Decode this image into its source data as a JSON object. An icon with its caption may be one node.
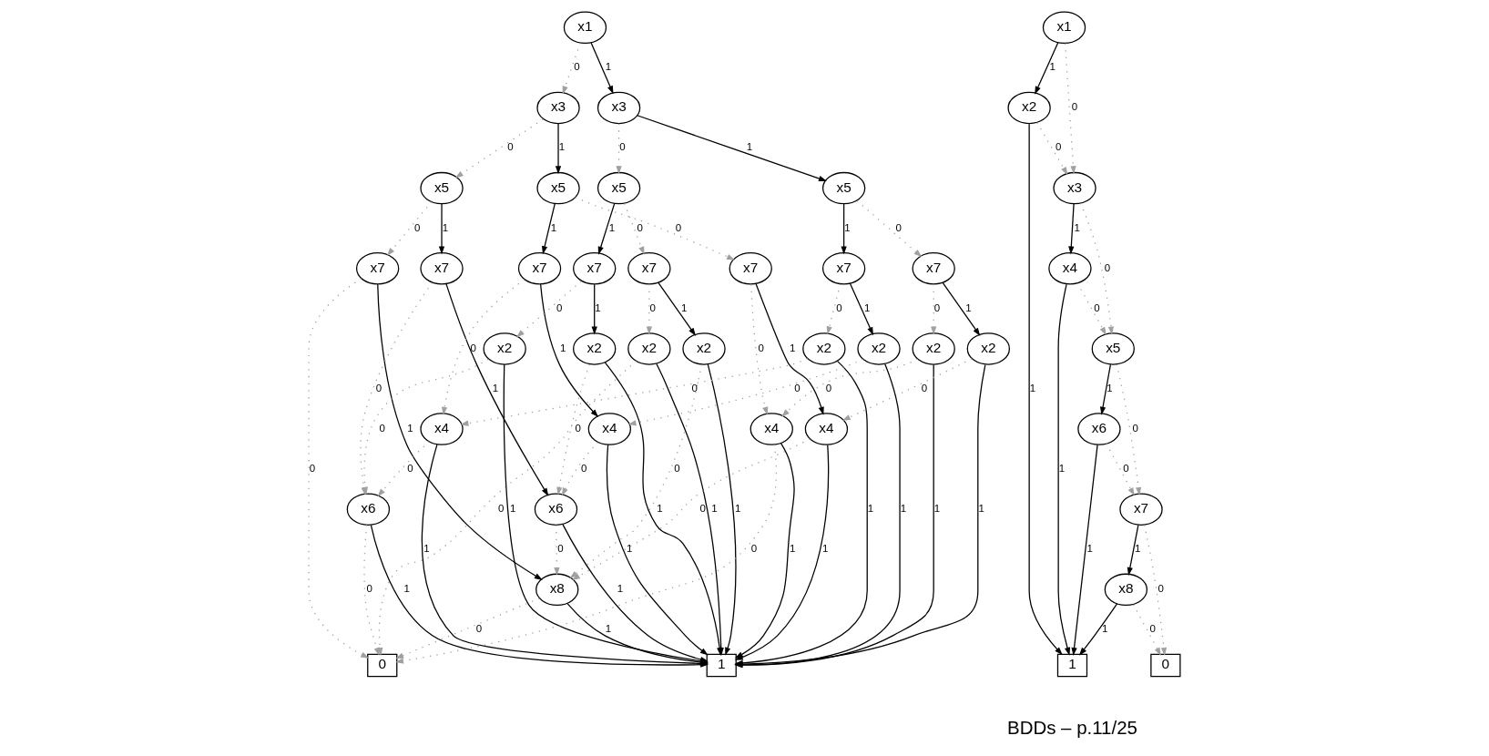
{
  "diagram": {
    "nodes": [
      {
        "text": [
          "x1"
        ]
      },
      {
        "text": [
          "x3"
        ]
      },
      {
        "text": [
          "x3"
        ]
      },
      {
        "text": [
          "x5"
        ]
      },
      {
        "text": [
          "x5"
        ]
      },
      {
        "text": [
          "x5"
        ]
      },
      {
        "text": [
          "x5"
        ]
      },
      {
        "text": [
          "x7"
        ]
      },
      {
        "text": [
          "x7"
        ]
      },
      {
        "text": [
          "x7"
        ]
      },
      {
        "text": [
          "x7"
        ]
      },
      {
        "text": [
          "x7"
        ]
      },
      {
        "text": [
          "x7"
        ]
      },
      {
        "text": [
          "x7"
        ]
      },
      {
        "text": [
          "x7"
        ]
      },
      {
        "text": [
          "x2"
        ]
      },
      {
        "text": [
          "x2"
        ]
      },
      {
        "text": [
          "x2"
        ]
      },
      {
        "text": [
          "x2"
        ]
      },
      {
        "text": [
          "x2"
        ]
      },
      {
        "text": [
          "x2"
        ]
      },
      {
        "text": [
          "x2"
        ]
      },
      {
        "text": [
          "x2"
        ]
      },
      {
        "text": [
          "x4"
        ]
      },
      {
        "text": [
          "x4"
        ]
      },
      {
        "text": [
          "x4"
        ]
      },
      {
        "text": [
          "x4"
        ]
      },
      {
        "text": [
          "x6"
        ]
      },
      {
        "text": [
          "x6"
        ]
      },
      {
        "text": [
          "x8"
        ]
      },
      {
        "text": [
          "0"
        ]
      },
      {
        "text": [
          "1"
        ]
      },
      {
        "text": [
          "x1"
        ]
      },
      {
        "text": [
          "x2"
        ]
      },
      {
        "text": [
          "x3"
        ]
      },
      {
        "text": [
          "x4"
        ]
      },
      {
        "text": [
          "x5"
        ]
      },
      {
        "text": [
          "x6"
        ]
      },
      {
        "text": [
          "x7"
        ]
      },
      {
        "text": [
          "x8"
        ]
      },
      {
        "text": [
          "1"
        ]
      },
      {
        "text": [
          "0"
        ]
      }
    ],
    "edges": [
      {
        "from": 0,
        "to": 1,
        "label": "0",
        "arrow": "to",
        "style": "dashed",
        "color": "#a0a0a0"
      },
      {
        "from": 0,
        "to": 2,
        "label": "1",
        "arrow": "to",
        "color": "#000000"
      },
      {
        "from": 1,
        "to": 3,
        "label": "0",
        "arrow": "to",
        "style": "dashed",
        "color": "#a0a0a0"
      },
      {
        "from": 1,
        "to": 4,
        "label": "1",
        "arrow": "to",
        "color": "#000000"
      },
      {
        "from": 2,
        "to": 5,
        "label": "0",
        "arrow": "to",
        "style": "dashed",
        "color": "#a0a0a0"
      },
      {
        "from": 2,
        "to": 6,
        "label": "1",
        "arrow": "to",
        "color": "#000000"
      },
      {
        "from": 3,
        "to": 7,
        "label": "0",
        "arrow": "to",
        "style": "dashed",
        "color": "#a0a0a0"
      },
      {
        "from": 3,
        "to": 10,
        "label": "1",
        "arrow": "to",
        "color": "#000000"
      },
      {
        "from": 4,
        "to": 8,
        "label": "0",
        "arrow": "to",
        "style": "dashed",
        "color": "#a0a0a0"
      },
      {
        "from": 4,
        "to": 11,
        "label": "1",
        "arrow": "to",
        "color": "#000000"
      },
      {
        "from": 5,
        "to": 9,
        "label": "0",
        "arrow": "to",
        "style": "dashed",
        "color": "#a0a0a0"
      },
      {
        "from": 5,
        "to": 12,
        "label": "1",
        "arrow": "to",
        "color": "#000000"
      },
      {
        "from": 6,
        "to": 13,
        "label": "0",
        "arrow": "to",
        "style": "dashed",
        "color": "#a0a0a0"
      },
      {
        "from": 6,
        "to": 14,
        "label": "1",
        "arrow": "to",
        "color": "#000000"
      },
      {
        "from": 7,
        "to": 30,
        "label": "0",
        "arrow": "to",
        "style": "dashed",
        "color": "#a0a0a0"
      },
      {
        "from": 7,
        "to": 29,
        "label": "1",
        "arrow": "to",
        "color": "#000000"
      },
      {
        "from": 8,
        "to": 23,
        "label": "0",
        "arrow": "to",
        "style": "dashed",
        "color": "#a0a0a0"
      },
      {
        "from": 8,
        "to": 24,
        "label": "1",
        "arrow": "to",
        "color": "#000000"
      },
      {
        "from": 9,
        "to": 15,
        "label": "0",
        "arrow": "to",
        "style": "dashed",
        "color": "#a0a0a0"
      },
      {
        "from": 9,
        "to": 16,
        "label": "1",
        "arrow": "to",
        "color": "#000000"
      },
      {
        "from": 10,
        "to": 27,
        "label": "0",
        "arrow": "to",
        "style": "dashed",
        "color": "#a0a0a0"
      },
      {
        "from": 10,
        "to": 28,
        "label": "1",
        "arrow": "to",
        "color": "#000000"
      },
      {
        "from": 11,
        "to": 25,
        "label": "0",
        "arrow": "to",
        "style": "dashed",
        "color": "#a0a0a0"
      },
      {
        "from": 11,
        "to": 26,
        "label": "1",
        "arrow": "to",
        "color": "#000000"
      },
      {
        "from": 12,
        "to": 17,
        "label": "0",
        "arrow": "to",
        "style": "dashed",
        "color": "#a0a0a0"
      },
      {
        "from": 12,
        "to": 18,
        "label": "1",
        "arrow": "to",
        "color": "#000000"
      },
      {
        "from": 13,
        "to": 19,
        "label": "0",
        "arrow": "to",
        "style": "dashed",
        "color": "#a0a0a0"
      },
      {
        "from": 13,
        "to": 20,
        "label": "1",
        "arrow": "to",
        "color": "#000000"
      },
      {
        "from": 14,
        "to": 21,
        "label": "0",
        "arrow": "to",
        "style": "dashed",
        "color": "#a0a0a0"
      },
      {
        "from": 14,
        "to": 22,
        "label": "1",
        "arrow": "to",
        "color": "#000000"
      },
      {
        "from": 15,
        "to": 30,
        "label": "0",
        "arrow": "to",
        "style": "dashed",
        "color": "#a0a0a0"
      },
      {
        "from": 15,
        "to": 31,
        "label": "1",
        "arrow": "to",
        "color": "#000000"
      },
      {
        "from": 16,
        "to": 29,
        "label": "0",
        "arrow": "to",
        "style": "dashed",
        "color": "#a0a0a0"
      },
      {
        "from": 16,
        "to": 31,
        "label": "1",
        "arrow": "to",
        "color": "#000000"
      },
      {
        "from": 17,
        "to": 27,
        "label": "0",
        "arrow": "to",
        "style": "dashed",
        "color": "#a0a0a0"
      },
      {
        "from": 17,
        "to": 31,
        "label": "1",
        "arrow": "to",
        "color": "#000000"
      },
      {
        "from": 18,
        "to": 28,
        "label": "0",
        "arrow": "to",
        "style": "dashed",
        "color": "#a0a0a0"
      },
      {
        "from": 18,
        "to": 31,
        "label": "1",
        "arrow": "to",
        "color": "#000000"
      },
      {
        "from": 19,
        "to": 23,
        "label": "0",
        "arrow": "to",
        "style": "dashed",
        "color": "#a0a0a0"
      },
      {
        "from": 19,
        "to": 31,
        "label": "1",
        "arrow": "to",
        "color": "#000000"
      },
      {
        "from": 20,
        "to": 24,
        "label": "0",
        "arrow": "to",
        "style": "dashed",
        "color": "#a0a0a0"
      },
      {
        "from": 20,
        "to": 31,
        "label": "1",
        "arrow": "to",
        "color": "#000000"
      },
      {
        "from": 21,
        "to": 25,
        "label": "0",
        "arrow": "to",
        "style": "dashed",
        "color": "#a0a0a0"
      },
      {
        "from": 21,
        "to": 31,
        "label": "1",
        "arrow": "to",
        "color": "#000000"
      },
      {
        "from": 22,
        "to": 26,
        "label": "0",
        "arrow": "to",
        "style": "dashed",
        "color": "#a0a0a0"
      },
      {
        "from": 22,
        "to": 31,
        "label": "1",
        "arrow": "to",
        "color": "#000000"
      },
      {
        "from": 23,
        "to": 30,
        "label": "0",
        "arrow": "to",
        "style": "dashed",
        "color": "#a0a0a0"
      },
      {
        "from": 23,
        "to": 31,
        "label": "1",
        "arrow": "to",
        "color": "#000000"
      },
      {
        "from": 24,
        "to": 29,
        "label": "0",
        "arrow": "to",
        "style": "dashed",
        "color": "#a0a0a0"
      },
      {
        "from": 24,
        "to": 31,
        "label": "1",
        "arrow": "to",
        "color": "#000000"
      },
      {
        "from": 25,
        "to": 27,
        "label": "0",
        "arrow": "to",
        "style": "dashed",
        "color": "#a0a0a0"
      },
      {
        "from": 25,
        "to": 31,
        "label": "1",
        "arrow": "to",
        "color": "#000000"
      },
      {
        "from": 26,
        "to": 28,
        "label": "0",
        "arrow": "to",
        "style": "dashed",
        "color": "#a0a0a0"
      },
      {
        "from": 26,
        "to": 31,
        "label": "1",
        "arrow": "to",
        "color": "#000000"
      },
      {
        "from": 27,
        "to": 30,
        "label": "0",
        "arrow": "to",
        "style": "dashed",
        "color": "#a0a0a0"
      },
      {
        "from": 27,
        "to": 31,
        "label": "1",
        "arrow": "to",
        "color": "#000000"
      },
      {
        "from": 28,
        "to": 29,
        "label": "0",
        "arrow": "to",
        "style": "dashed",
        "color": "#a0a0a0"
      },
      {
        "from": 28,
        "to": 31,
        "label": "1",
        "arrow": "to",
        "color": "#000000"
      },
      {
        "from": 29,
        "to": 30,
        "label": "0",
        "arrow": "to",
        "style": "dashed",
        "color": "#a0a0a0"
      },
      {
        "from": 29,
        "to": 31,
        "label": "1",
        "arrow": "to",
        "color": "#000000"
      },
      {
        "from": 32,
        "to": 33,
        "label": "1",
        "arrow": "to",
        "color": "#000000"
      },
      {
        "from": 32,
        "to": 34,
        "label": "0",
        "arrow": "to",
        "style": "dashed",
        "color": "#a0a0a0"
      },
      {
        "from": 33,
        "to": 40,
        "label": "1",
        "arrow": "to",
        "color": "#000000"
      },
      {
        "from": 33,
        "to": 34,
        "label": "0",
        "arrow": "to",
        "style": "dashed",
        "color": "#a0a0a0"
      },
      {
        "from": 34,
        "to": 35,
        "label": "1",
        "arrow": "to",
        "color": "#000000"
      },
      {
        "from": 34,
        "to": 36,
        "label": "0",
        "arrow": "to",
        "style": "dashed",
        "color": "#a0a0a0"
      },
      {
        "from": 35,
        "to": 40,
        "label": "1",
        "arrow": "to",
        "color": "#000000"
      },
      {
        "from": 35,
        "to": 36,
        "label": "0",
        "arrow": "to",
        "style": "dashed",
        "color": "#a0a0a0"
      },
      {
        "from": 36,
        "to": 37,
        "label": "1",
        "arrow": "to",
        "color": "#000000"
      },
      {
        "from": 36,
        "to": 38,
        "label": "0",
        "arrow": "to",
        "style": "dashed",
        "color": "#a0a0a0"
      },
      {
        "from": 37,
        "to": 40,
        "label": "1",
        "arrow": "to",
        "color": "#000000"
      },
      {
        "from": 37,
        "to": 38,
        "label": "0",
        "arrow": "to",
        "style": "dashed",
        "color": "#a0a0a0"
      },
      {
        "from": 38,
        "to": 39,
        "label": "1",
        "arrow": "to",
        "color": "#000000"
      },
      {
        "from": 38,
        "to": 41,
        "label": "0",
        "arrow": "to",
        "style": "dashed",
        "color": "#a0a0a0"
      },
      {
        "from": 39,
        "to": 40,
        "label": "1",
        "arrow": "to",
        "color": "#000000"
      },
      {
        "from": 39,
        "to": 41,
        "label": "0",
        "arrow": "to",
        "style": "dashed",
        "color": "#a0a0a0"
      }
    ],
    "labels": [
      "BDDs – p.11/25"
    ]
  }
}
